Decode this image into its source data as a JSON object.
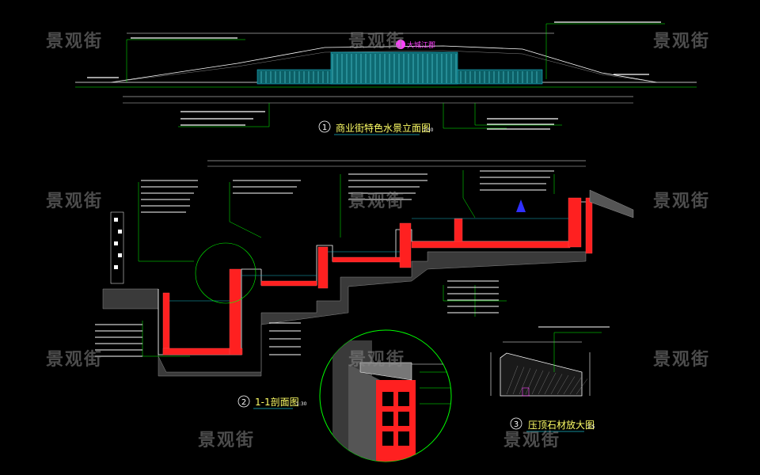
{
  "watermark": "景观街",
  "logo_text": "大城江郡",
  "drawings": [
    {
      "number": "1",
      "title": "商业街特色水景立面图",
      "scale": "1:50"
    },
    {
      "number": "2",
      "title": "1-1剖面图",
      "scale": "1:30"
    },
    {
      "number": "3",
      "title": "压顶石材放大图",
      "scale": "1:5"
    }
  ],
  "colors": {
    "background": "#000000",
    "lines": "#ffffff",
    "leaders": "#00ff00",
    "wall": "#ff2020",
    "fill_cyan": "#19b5c8",
    "title": "#ffff66",
    "accent_magenta": "#ff40ff",
    "accent_blue": "#3030ff"
  }
}
